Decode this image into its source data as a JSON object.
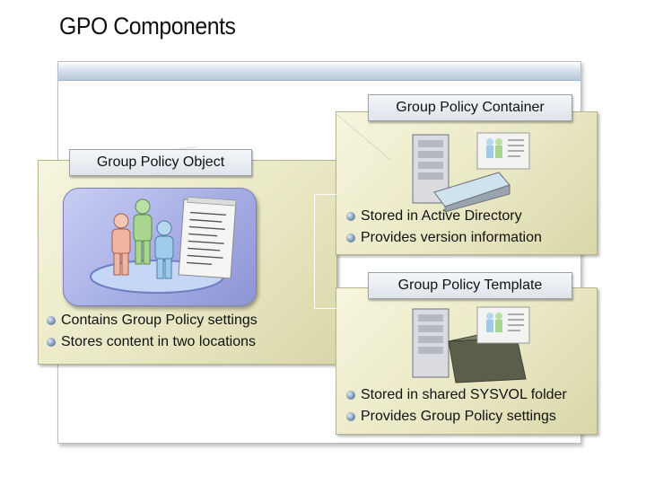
{
  "slide": {
    "title": "GPO Components"
  },
  "gpo": {
    "label": "Group Policy Object",
    "bullets": [
      "Contains Group Policy settings",
      "Stores content in two locations"
    ]
  },
  "gpc": {
    "label": "Group Policy Container",
    "bullets": [
      "Stored in Active Directory",
      "Provides version information"
    ]
  },
  "gpt": {
    "label": "Group Policy Template",
    "bullets": [
      "Stored in shared SYSVOL folder",
      "Provides Group Policy settings"
    ]
  },
  "icons": [
    "users-document-icon",
    "server-database-icon",
    "server-folder-icon",
    "bullet-icon"
  ],
  "colors": {
    "card": "#e9e8c4",
    "frame_bar": "#b7c7da",
    "gpo_art": "#a9b0e6",
    "bullet": "#5a7aa0"
  }
}
